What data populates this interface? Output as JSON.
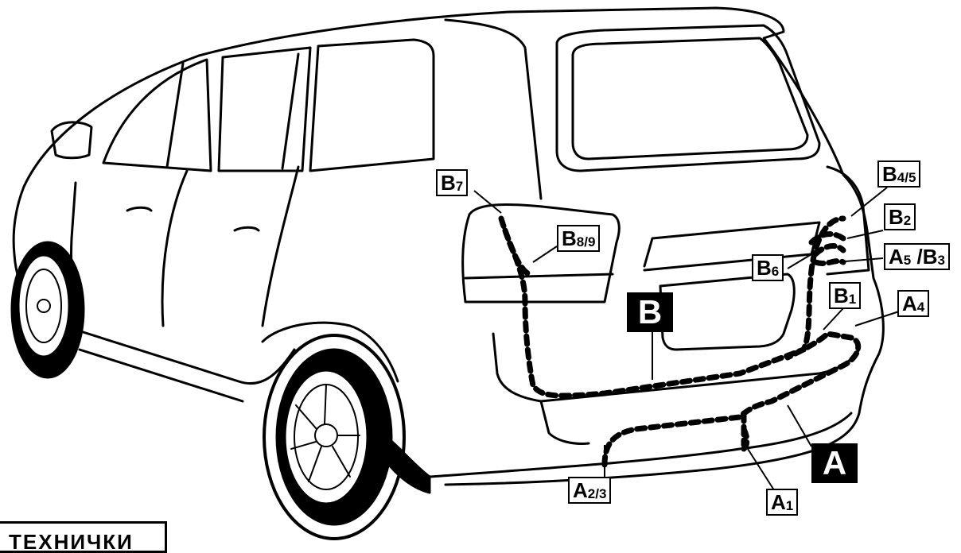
{
  "zones": {
    "A": "A",
    "B": "B"
  },
  "labels": {
    "b7": {
      "main": "B",
      "sub": "7"
    },
    "b89": {
      "main": "B",
      "sub": "8/9"
    },
    "b45": {
      "main": "B",
      "sub": "4/5"
    },
    "b2": {
      "main": "B",
      "sub": "2"
    },
    "a5b3": {
      "main1": "A",
      "sub1": "5",
      "sep": " /",
      "main2": "B",
      "sub2": "3"
    },
    "b6": {
      "main": "B",
      "sub": "6"
    },
    "b1": {
      "main": "B",
      "sub": "1"
    },
    "a4": {
      "main": "A",
      "sub": "4"
    },
    "a23": {
      "main": "A",
      "sub": "2/3"
    },
    "a1": {
      "main": "A",
      "sub": "1"
    }
  },
  "footer_text": "ТЕХНИЧКИ"
}
